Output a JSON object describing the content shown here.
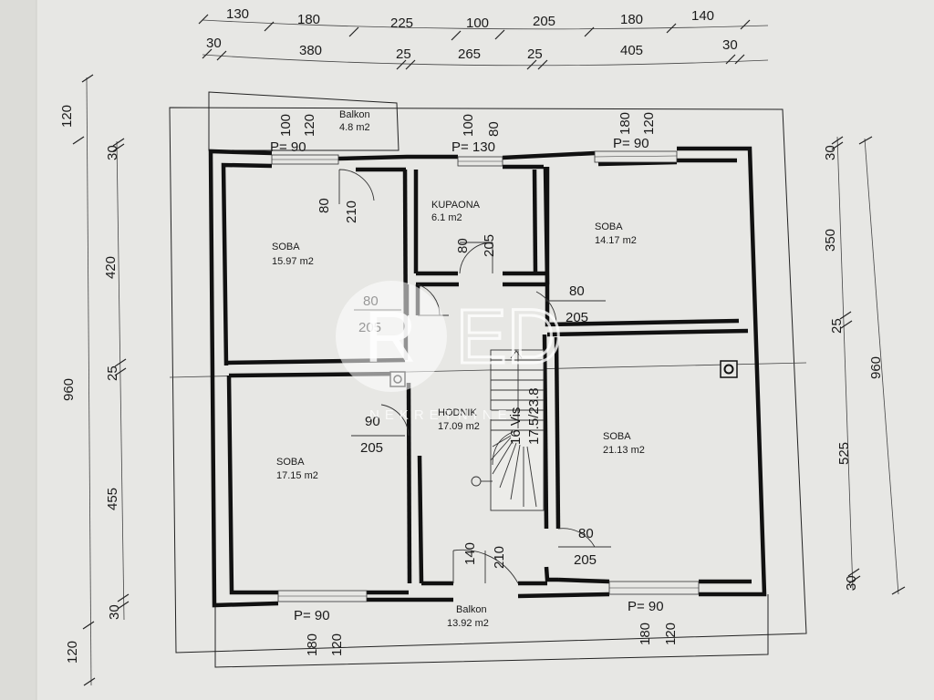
{
  "watermark": {
    "logo": "RED",
    "subtitle": "NEKRETNINE"
  },
  "dimensions": {
    "top_row1": [
      "130",
      "180",
      "225",
      "100",
      "205",
      "180",
      "140"
    ],
    "top_row2": [
      "30",
      "380",
      "25",
      "265",
      "25",
      "405",
      "30"
    ],
    "left_outer": [
      "120",
      "960",
      "120"
    ],
    "left_inner": [
      "30",
      "420",
      "25",
      "455",
      "30"
    ],
    "right": [
      "30",
      "350",
      "25",
      "525",
      "30",
      "960"
    ]
  },
  "rooms": [
    {
      "name": "Balkon",
      "area": "4.8 m2"
    },
    {
      "name": "KUPAONA",
      "area": "6.1 m2"
    },
    {
      "name": "SOBA",
      "area": "15.97 m2"
    },
    {
      "name": "SOBA",
      "area": "14.17 m2"
    },
    {
      "name": "SOBA",
      "area": "17.15 m2"
    },
    {
      "name": "HODNIK",
      "area": "17.09 m2"
    },
    {
      "name": "SOBA",
      "area": "21.13 m2"
    },
    {
      "name": "Balkon",
      "area": "13.92 m2"
    }
  ],
  "openings": {
    "window_tl": {
      "p": "P= 90",
      "w": "100",
      "h": "120"
    },
    "window_tc": {
      "p": "P= 130",
      "w": "100",
      "h": "80"
    },
    "window_tr": {
      "p": "P= 90",
      "w": "180",
      "h": "120"
    },
    "window_bl": {
      "p": "P= 90",
      "w": "180",
      "h": "120"
    },
    "window_br": {
      "p": "P= 90",
      "w": "180",
      "h": "120"
    },
    "door_soba1": {
      "w": "80",
      "h": "210"
    },
    "door_kupaona": {
      "w": "80",
      "h": "205"
    },
    "door_hall_soba1": {
      "w": "80",
      "h": "205"
    },
    "door_hall_soba2": {
      "w": "80",
      "h": "205"
    },
    "door_soba3": {
      "w": "90",
      "h": "205"
    },
    "door_soba4": {
      "w": "80",
      "h": "205"
    },
    "door_bottom": {
      "w": "140",
      "h": "210"
    }
  },
  "stairs": {
    "label": "16 Vis",
    "ratio": "17.5/23.8"
  }
}
